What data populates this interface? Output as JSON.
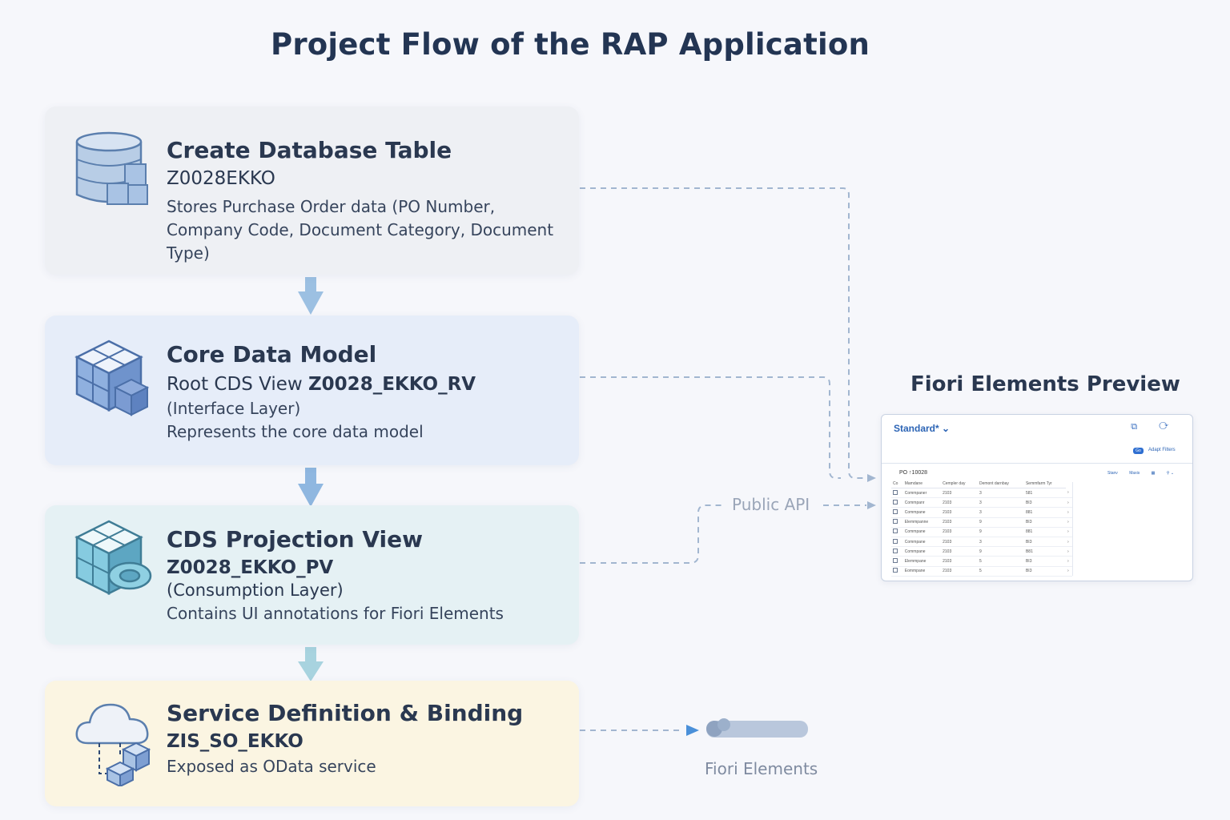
{
  "title": "Project Flow of the RAP Application",
  "steps": [
    {
      "heading": "Create Database Table",
      "subtitle": "Z0028EKKO",
      "lines": [
        "Stores Purchase Order data (PO Number,",
        "Company Code, Document Category, Document",
        "Type)"
      ],
      "icon": "database-icon"
    },
    {
      "heading": "Core Data Model",
      "subtitle_prefix": "Root CDS View ",
      "subtitle_name": "Z0028_EKKO_RV",
      "lines": [
        "(Interface Layer)",
        "Represents the core data model"
      ],
      "icon": "cube-model-icon"
    },
    {
      "heading": "CDS Projection View",
      "subtitle": "Z0028_EKKO_PV",
      "lines": [
        "(Consumption Layer)",
        "Contains UI annotations for Fiori Elements"
      ],
      "icon": "cube-projection-icon"
    },
    {
      "heading": "Service Definition & Binding",
      "subtitle": "ZIS_SO_EKKO",
      "lines": [
        "Exposed as OData service"
      ],
      "icon": "cloud-service-icon"
    }
  ],
  "connector_labels": {
    "public_api": "Public API",
    "fiori_elements": "Fiori Elements"
  },
  "preview": {
    "title": "Fiori Elements Preview",
    "variant": "Standard* ⌄",
    "tools": "⧉ ⟳",
    "go_button": "Go",
    "adapt_filters": "Adapt Filters",
    "table_title": "PO ↑10028",
    "table_buttons": [
      "Stanv",
      "Maxis",
      "▦",
      "⚲ ⌄"
    ],
    "columns": [
      "Co",
      "Mamdane",
      "Cempler day",
      "Demont darnbay",
      "Semmfarm Tyr"
    ],
    "rows": [
      [
        "Commpaner",
        "2103",
        "3",
        "581"
      ],
      [
        "Commpanr",
        "2103",
        "3",
        "BI3"
      ],
      [
        "Commpane",
        "2103",
        "3",
        "881"
      ],
      [
        "Elemmpanne",
        "2103",
        "9",
        "BI3"
      ],
      [
        "Commpane",
        "2103",
        "9",
        "881"
      ],
      [
        "Commpane",
        "2103",
        "3",
        "BI3"
      ],
      [
        "Commpane",
        "2103",
        "9",
        "B81"
      ],
      [
        "Elemmpane",
        "2103",
        "5",
        "BI3"
      ],
      [
        "Eommpane",
        "2103",
        "5",
        "BI3"
      ]
    ]
  },
  "colors": {
    "card_db": "#eef0f4",
    "card_model": "#e6edf9",
    "card_projection": "#e5f1f4",
    "card_service": "#fbf5e2",
    "flow_arrow": "#8fb7de",
    "dashed_line": "#9db3cf",
    "accent_blue": "#2c64b5"
  }
}
